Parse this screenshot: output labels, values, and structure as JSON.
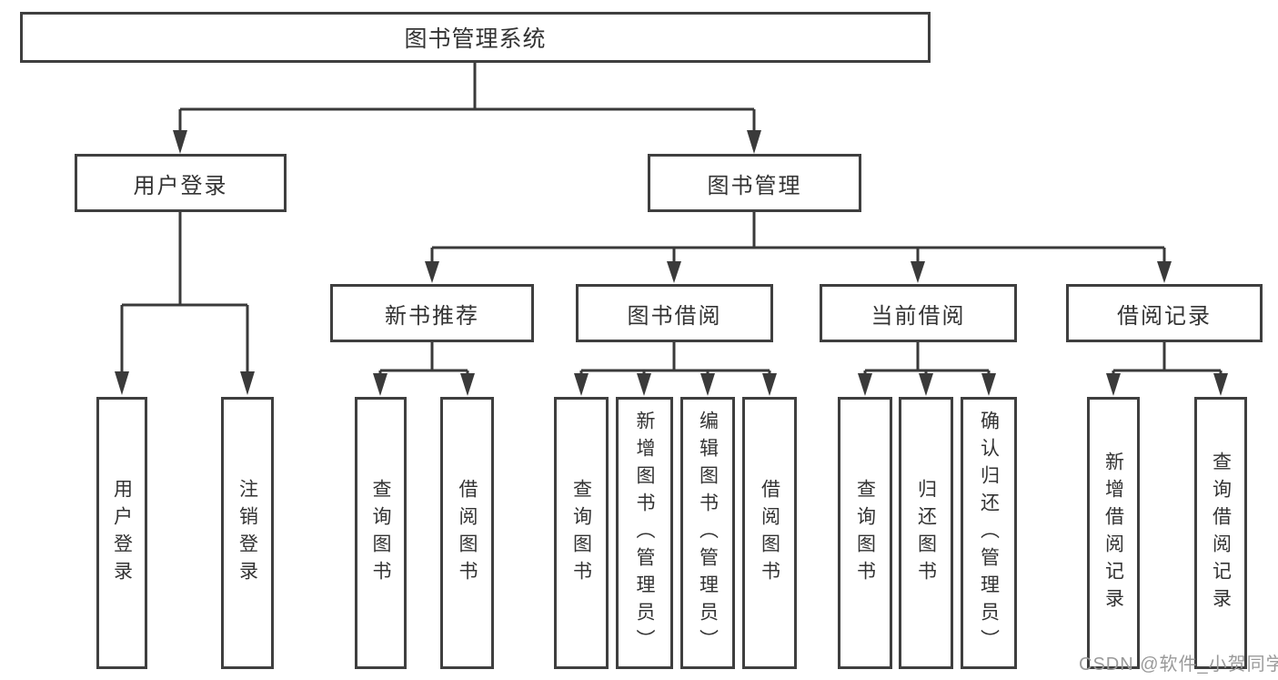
{
  "tree": {
    "label": "图书管理系统",
    "children": [
      {
        "label": "用户登录",
        "children": [
          {
            "label": "用户登录"
          },
          {
            "label": "注销登录"
          }
        ]
      },
      {
        "label": "图书管理",
        "children": [
          {
            "label": "新书推荐",
            "children": [
              {
                "label": "查询图书"
              },
              {
                "label": "借阅图书"
              }
            ]
          },
          {
            "label": "图书借阅",
            "children": [
              {
                "label": "查询图书"
              },
              {
                "label": "新增图书（管理员）"
              },
              {
                "label": "编辑图书（管理员）"
              },
              {
                "label": "借阅图书"
              }
            ]
          },
          {
            "label": "当前借阅",
            "children": [
              {
                "label": "查询图书"
              },
              {
                "label": "归还图书"
              },
              {
                "label": "确认归还（管理员）"
              }
            ]
          },
          {
            "label": "借阅记录",
            "children": [
              {
                "label": "新增借阅记录"
              },
              {
                "label": "查询借阅记录"
              }
            ]
          }
        ]
      }
    ]
  },
  "watermark": "CSDN @软件_小贺同学",
  "colors": {
    "line": "#3a3a3a",
    "border": "#3f3f3f",
    "text": "#333333",
    "watermark": "#9a9a9a",
    "background": "#ffffff"
  }
}
